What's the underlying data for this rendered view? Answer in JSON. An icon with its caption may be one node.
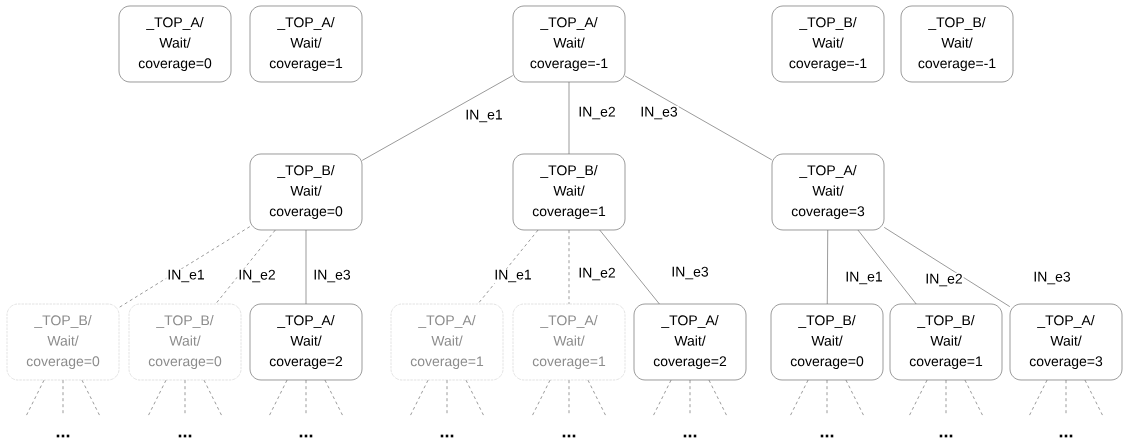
{
  "diagram": {
    "nodes": [
      {
        "text": [
          "_TOP_A/ Wait/ coverage=0"
        ]
      },
      {
        "text": [
          "_TOP_A/ Wait/ coverage=1"
        ]
      },
      {
        "text": [
          "_TOP_A/ Wait/ coverage=-1"
        ]
      },
      {
        "text": [
          "_TOP_B/ Wait/ coverage=-1"
        ]
      },
      {
        "text": [
          "_TOP_B/ Wait/ coverage=-1"
        ]
      },
      {
        "text": [
          "_TOP_B/ Wait/ coverage=0"
        ]
      },
      {
        "text": [
          "_TOP_B/ Wait/ coverage=1"
        ]
      },
      {
        "text": [
          "_TOP_A/ Wait/ coverage=3"
        ]
      },
      {
        "text": [
          "_TOP_B/ Wait/ coverage=0"
        ]
      },
      {
        "text": [
          "_TOP_B/ Wait/ coverage=0"
        ]
      },
      {
        "text": [
          "_TOP_A/ Wait/ coverage=2"
        ]
      },
      {
        "text": [
          "_TOP_A/ Wait/ coverage=1"
        ]
      },
      {
        "text": [
          "_TOP_A/ Wait/ coverage=1"
        ]
      },
      {
        "text": [
          "_TOP_A/ Wait/ coverage=2"
        ]
      },
      {
        "text": [
          "_TOP_B/ Wait/ coverage=0"
        ]
      },
      {
        "text": [
          "_TOP_B/ Wait/ coverage=1"
        ]
      },
      {
        "text": [
          "_TOP_A/ Wait/ coverage=3"
        ]
      }
    ],
    "edges": [
      {
        "from": 2,
        "to": 5,
        "arrow": "none",
        "label": "IN_e1"
      },
      {
        "from": 2,
        "to": 6,
        "arrow": "none",
        "label": "IN_e2"
      },
      {
        "from": 2,
        "to": 7,
        "arrow": "none",
        "label": "IN_e3"
      },
      {
        "from": 5,
        "to": 8,
        "arrow": "none",
        "label": "IN_e1",
        "style": "dashed"
      },
      {
        "from": 5,
        "to": 9,
        "arrow": "none",
        "label": "IN_e2",
        "style": "dashed"
      },
      {
        "from": 5,
        "to": 10,
        "arrow": "none",
        "label": "IN_e3"
      },
      {
        "from": 6,
        "to": 11,
        "arrow": "none",
        "label": "IN_e1",
        "style": "dashed"
      },
      {
        "from": 6,
        "to": 12,
        "arrow": "none",
        "label": "IN_e2",
        "style": "dashed"
      },
      {
        "from": 6,
        "to": 13,
        "arrow": "none",
        "label": "IN_e3"
      },
      {
        "from": 7,
        "to": 14,
        "arrow": "none",
        "label": "IN_e1"
      },
      {
        "from": 7,
        "to": 15,
        "arrow": "none",
        "label": "IN_e2"
      },
      {
        "from": 7,
        "to": 16,
        "arrow": "none",
        "label": "IN_e3"
      },
      {
        "from": 8,
        "to": null,
        "arrow": "none",
        "style": "dashed"
      },
      {
        "from": 8,
        "to": null,
        "arrow": "none",
        "style": "dashed"
      },
      {
        "from": 8,
        "to": null,
        "arrow": "none",
        "style": "dashed"
      },
      {
        "from": 9,
        "to": null,
        "arrow": "none",
        "style": "dashed"
      },
      {
        "from": 9,
        "to": null,
        "arrow": "none",
        "style": "dashed"
      },
      {
        "from": 9,
        "to": null,
        "arrow": "none",
        "style": "dashed"
      },
      {
        "from": 10,
        "to": null,
        "arrow": "none",
        "style": "dashed"
      },
      {
        "from": 10,
        "to": null,
        "arrow": "none",
        "style": "dashed"
      },
      {
        "from": 10,
        "to": null,
        "arrow": "none",
        "style": "dashed"
      },
      {
        "from": 11,
        "to": null,
        "arrow": "none",
        "style": "dashed"
      },
      {
        "from": 11,
        "to": null,
        "arrow": "none",
        "style": "dashed"
      },
      {
        "from": 11,
        "to": null,
        "arrow": "none",
        "style": "dashed"
      },
      {
        "from": 12,
        "to": null,
        "arrow": "none",
        "style": "dashed"
      },
      {
        "from": 12,
        "to": null,
        "arrow": "none",
        "style": "dashed"
      },
      {
        "from": 12,
        "to": null,
        "arrow": "none",
        "style": "dashed"
      },
      {
        "from": 13,
        "to": null,
        "arrow": "none",
        "style": "dashed"
      },
      {
        "from": 13,
        "to": null,
        "arrow": "none",
        "style": "dashed"
      },
      {
        "from": 13,
        "to": null,
        "arrow": "none",
        "style": "dashed"
      },
      {
        "from": 14,
        "to": null,
        "arrow": "none",
        "style": "dashed"
      },
      {
        "from": 14,
        "to": null,
        "arrow": "none",
        "style": "dashed"
      },
      {
        "from": 14,
        "to": null,
        "arrow": "none",
        "style": "dashed"
      },
      {
        "from": 15,
        "to": null,
        "arrow": "none",
        "style": "dashed"
      },
      {
        "from": 15,
        "to": null,
        "arrow": "none",
        "style": "dashed"
      },
      {
        "from": 15,
        "to": null,
        "arrow": "none",
        "style": "dashed"
      },
      {
        "from": 16,
        "to": null,
        "arrow": "none",
        "style": "dashed"
      },
      {
        "from": 16,
        "to": null,
        "arrow": "none",
        "style": "dashed"
      },
      {
        "from": 16,
        "to": null,
        "arrow": "none",
        "style": "dashed"
      }
    ],
    "labels": [
      "...",
      "...",
      "...",
      "...",
      "...",
      "...",
      "...",
      "...",
      "..."
    ]
  }
}
